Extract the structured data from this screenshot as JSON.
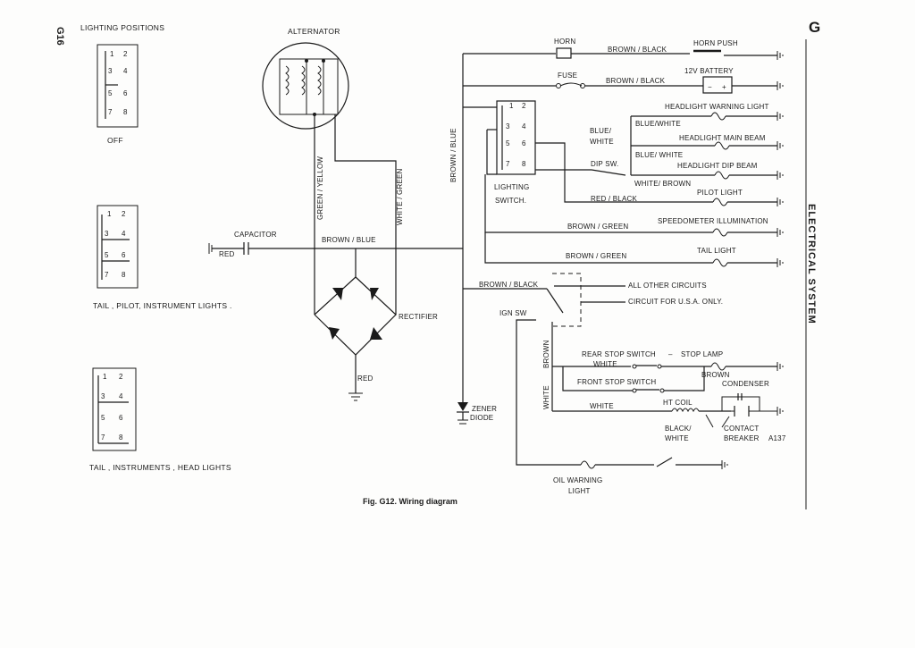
{
  "page": {
    "page_number": "G16",
    "section_letter": "G",
    "section_title": "ELECTRICAL SYSTEM",
    "lighting_positions_heading": "LIGHTING POSITIONS",
    "caption": "Fig. G12. Wiring diagram",
    "reference_code": "A137"
  },
  "switch_positions": [
    {
      "caption": "OFF",
      "terminals": [
        "1",
        "2",
        "3",
        "4",
        "5",
        "6",
        "7",
        "8"
      ]
    },
    {
      "caption": "TAIL , PILOT, INSTRUMENT  LIGHTS .",
      "terminals": [
        "1",
        "2",
        "3",
        "4",
        "5",
        "6",
        "7",
        "8"
      ]
    },
    {
      "caption": "TAIL , INSTRUMENTS , HEAD LIGHTS",
      "terminals": [
        "1",
        "2",
        "3",
        "4",
        "5",
        "6",
        "7",
        "8"
      ]
    }
  ],
  "components": {
    "alternator": "ALTERNATOR",
    "capacitor": "CAPACITOR",
    "rectifier": "RECTIFIER",
    "zener_diode_1": "ZENER",
    "zener_diode_2": "DIODE",
    "lighting_switch_1": "LIGHTING",
    "lighting_switch_2": "SWITCH.",
    "horn": "HORN",
    "horn_push": "HORN PUSH",
    "fuse": "FUSE",
    "battery": "12V  BATTERY",
    "headlight_warning_light": "HEADLIGHT  WARNING LIGHT",
    "headlight_main_beam": "HEADLIGHT  MAIN BEAM",
    "headlight_dip_beam": "HEADLIGHT  DIP  BEAM",
    "dip_switch": "DIP SW.",
    "pilot_light": "PILOT LIGHT",
    "speedometer_illumination": "SPEEDOMETER  ILLUMINATION",
    "tail_light": "TAIL LIGHT",
    "ignition_switch": "IGN SW",
    "all_other_circuits": "ALL  OTHER  CIRCUITS",
    "circuit_usa_only": "CIRCUIT  FOR  U.S.A. ONLY.",
    "rear_stop_switch": "REAR STOP SWITCH",
    "stop_lamp": "STOP LAMP",
    "front_stop_switch": "FRONT STOP SWITCH",
    "ht_coil": "HT COIL",
    "condenser": "CONDENSER",
    "contact_breaker_1": "CONTACT",
    "contact_breaker_2": "BREAKER",
    "oil_warning_light_1": "OIL WARNING",
    "oil_warning_light_2": "LIGHT"
  },
  "wires": {
    "brown_black_horn": "BROWN / BLACK",
    "brown_black_battery": "BROWN / BLACK",
    "brown_blue_vertical": "BROWN / BLUE",
    "brown_blue_main": "BROWN / BLUE",
    "green_yellow": "GREEN / YELLOW",
    "white_green": "WHITE / GREEN",
    "red_capacitor": "RED",
    "red_rectifier": "RED",
    "blue_white_1": "BLUE/",
    "blue_white_2": "WHITE",
    "blue_white_warning": "BLUE/WHITE",
    "blue_white_dip": "BLUE/ WHITE",
    "white_brown": "WHITE/ BROWN",
    "red_black": "RED / BLACK",
    "brown_green_1": "BROWN / GREEN",
    "brown_green_2": "BROWN / GREEN",
    "brown_black_ign": "BROWN / BLACK",
    "brown_ign": "BROWN",
    "white_ign": "WHITE",
    "white_stop": "WHITE",
    "brown_stop": "BROWN",
    "white_coil": "WHITE",
    "black_white_1": "BLACK/",
    "black_white_2": "WHITE"
  }
}
